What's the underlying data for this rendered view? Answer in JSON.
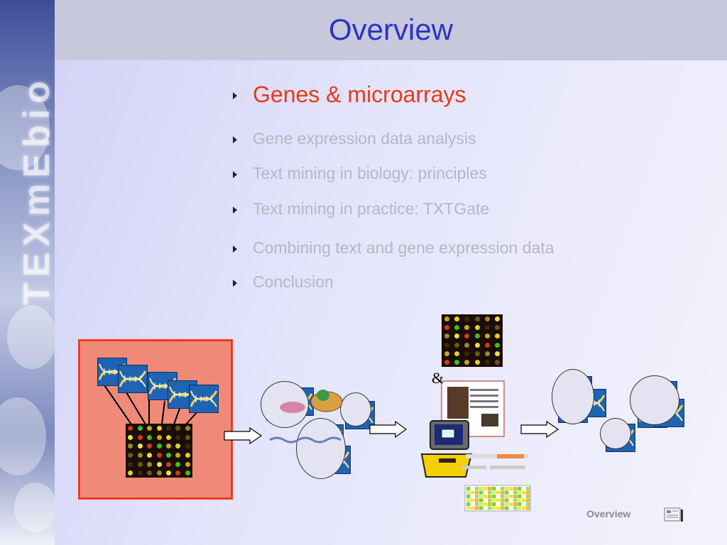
{
  "slide": {
    "title": "Overview",
    "sidebar_watermark": "TEXmEbio"
  },
  "menu": {
    "items": [
      {
        "label": "Genes & microarrays",
        "state": "active"
      },
      {
        "label": "Gene expression data analysis",
        "state": "inactive"
      },
      {
        "label": "Text mining in biology: principles",
        "state": "inactive"
      },
      {
        "label": "Text mining in practice: TXTGate",
        "state": "inactive"
      },
      {
        "label": "Combining text and gene expression data",
        "state": "inactive"
      },
      {
        "label": "Conclusion",
        "state": "inactive"
      }
    ]
  },
  "figure": {
    "ampersand": "&"
  },
  "footer": {
    "label": "Overview",
    "icon": "slide-navigation-icon"
  },
  "colors": {
    "title": "#2b32c6",
    "active_item": "#e8391a",
    "inactive_item": "#b6b6c4",
    "highlight_box": "#f08a78",
    "highlight_border": "#ee3b1c"
  }
}
